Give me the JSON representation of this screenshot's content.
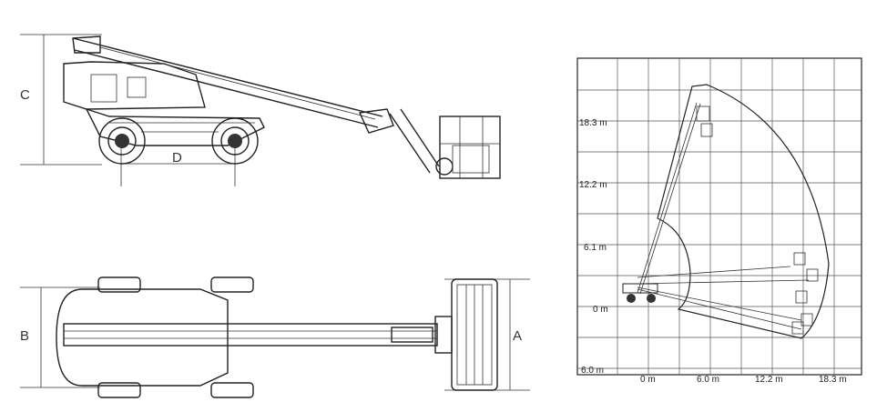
{
  "dimensions": {
    "a": "A",
    "b": "B",
    "c": "C",
    "d": "D"
  },
  "envelope": {
    "y_labels": [
      "18.3 m",
      "12.2 m",
      "6.1 m",
      "0 m",
      "6.0 m"
    ],
    "x_labels": [
      "0 m",
      "6.0 m",
      "12.2 m",
      "18.3 m"
    ]
  }
}
